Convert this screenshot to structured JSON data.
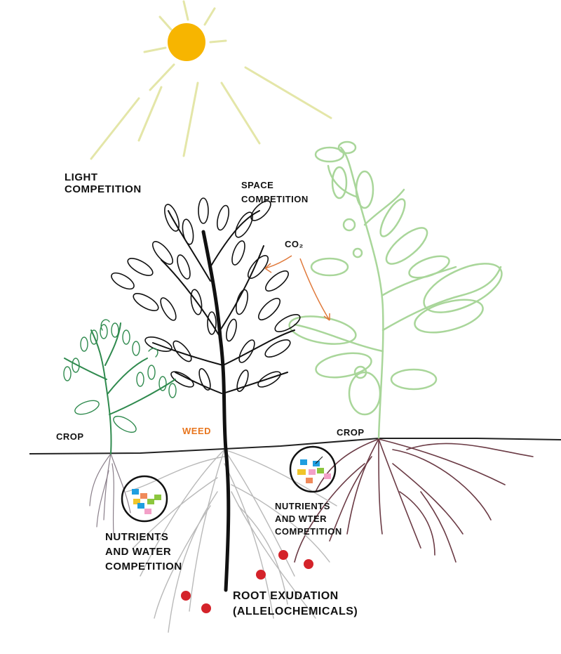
{
  "labels": {
    "light": [
      "LIGHT",
      "COMPETITION"
    ],
    "space": [
      "SPACE",
      "COMPETITION"
    ],
    "co2": "CO₂",
    "crop_left": "CROP",
    "weed": "WEED",
    "crop_right": "CROP",
    "nutrients_left": [
      "NUTRIENTS",
      "AND WATER",
      "COMPETITION"
    ],
    "nutrients_right": [
      "NUTRIENTS",
      "AND WTER",
      "COMPETITION"
    ],
    "exudation": [
      "ROOT EXUDATION",
      "(ALLELOCHEMICALS)"
    ]
  },
  "colors": {
    "sun": "#f7b500",
    "sun_rays": "#e4e6a8",
    "weed": "#111111",
    "crop_left": "#2f8a4e",
    "crop_right": "#a9d69a",
    "roots_weed": "#b9b9b9",
    "roots_right": "#6b3b45",
    "roots_left": "#8a7f8a",
    "co2_arrow": "#e07a3c",
    "weed_label": "#e8761f",
    "exudate": "#d4232a",
    "nutrient_cells": [
      "#1f9ee0",
      "#f0c52a",
      "#8cc63e",
      "#f08a5a",
      "#f3a0c8"
    ]
  }
}
